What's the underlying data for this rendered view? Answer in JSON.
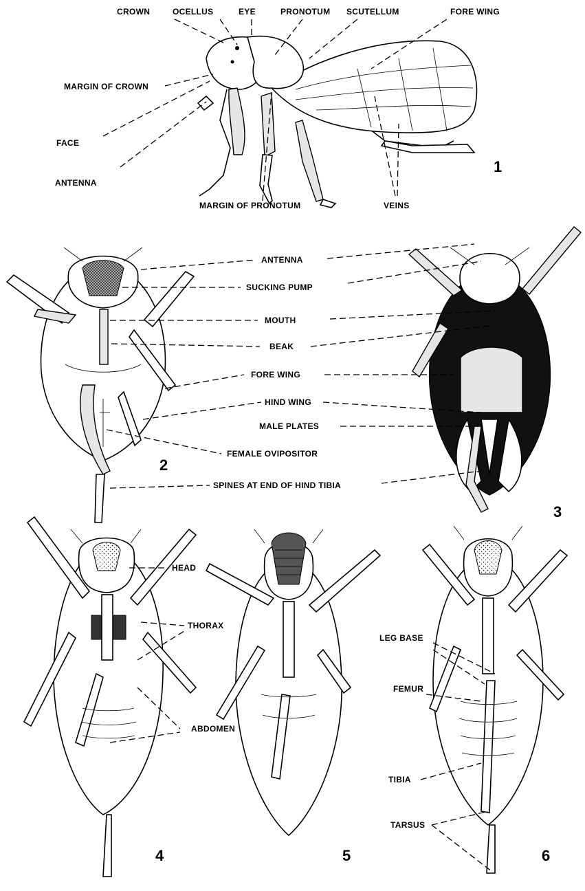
{
  "fig1": {
    "number": "1",
    "labels": {
      "crown": "CROWN",
      "ocellus": "OCELLUS",
      "eye": "EYE",
      "pronotum": "PRONOTUM",
      "scutellum": "SCUTELLUM",
      "fore_wing": "FORE WING",
      "margin_of_crown": "MARGIN OF CROWN",
      "face": "FACE",
      "antenna": "ANTENNA",
      "margin_of_pronotum": "MARGIN OF PRONOTUM",
      "veins": "VEINS"
    }
  },
  "fig2_3": {
    "number_left": "2",
    "number_right": "3",
    "labels": {
      "antenna": "ANTENNA",
      "sucking_pump": "SUCKING PUMP",
      "mouth": "MOUTH",
      "beak": "BEAK",
      "fore_wing": "FORE WING",
      "hind_wing": "HIND WING",
      "male_plates": "MALE PLATES",
      "female_ovipositor": "FEMALE OVIPOSITOR",
      "spines": "SPINES AT END OF HIND TIBIA"
    }
  },
  "fig4": {
    "number": "4",
    "labels": {
      "head": "HEAD",
      "thorax": "THORAX",
      "abdomen": "ABDOMEN"
    }
  },
  "fig5": {
    "number": "5"
  },
  "fig6": {
    "number": "6",
    "labels": {
      "leg_base": "LEG BASE",
      "femur": "FEMUR",
      "tibia": "TIBIA",
      "tarsus": "TARSUS"
    }
  }
}
